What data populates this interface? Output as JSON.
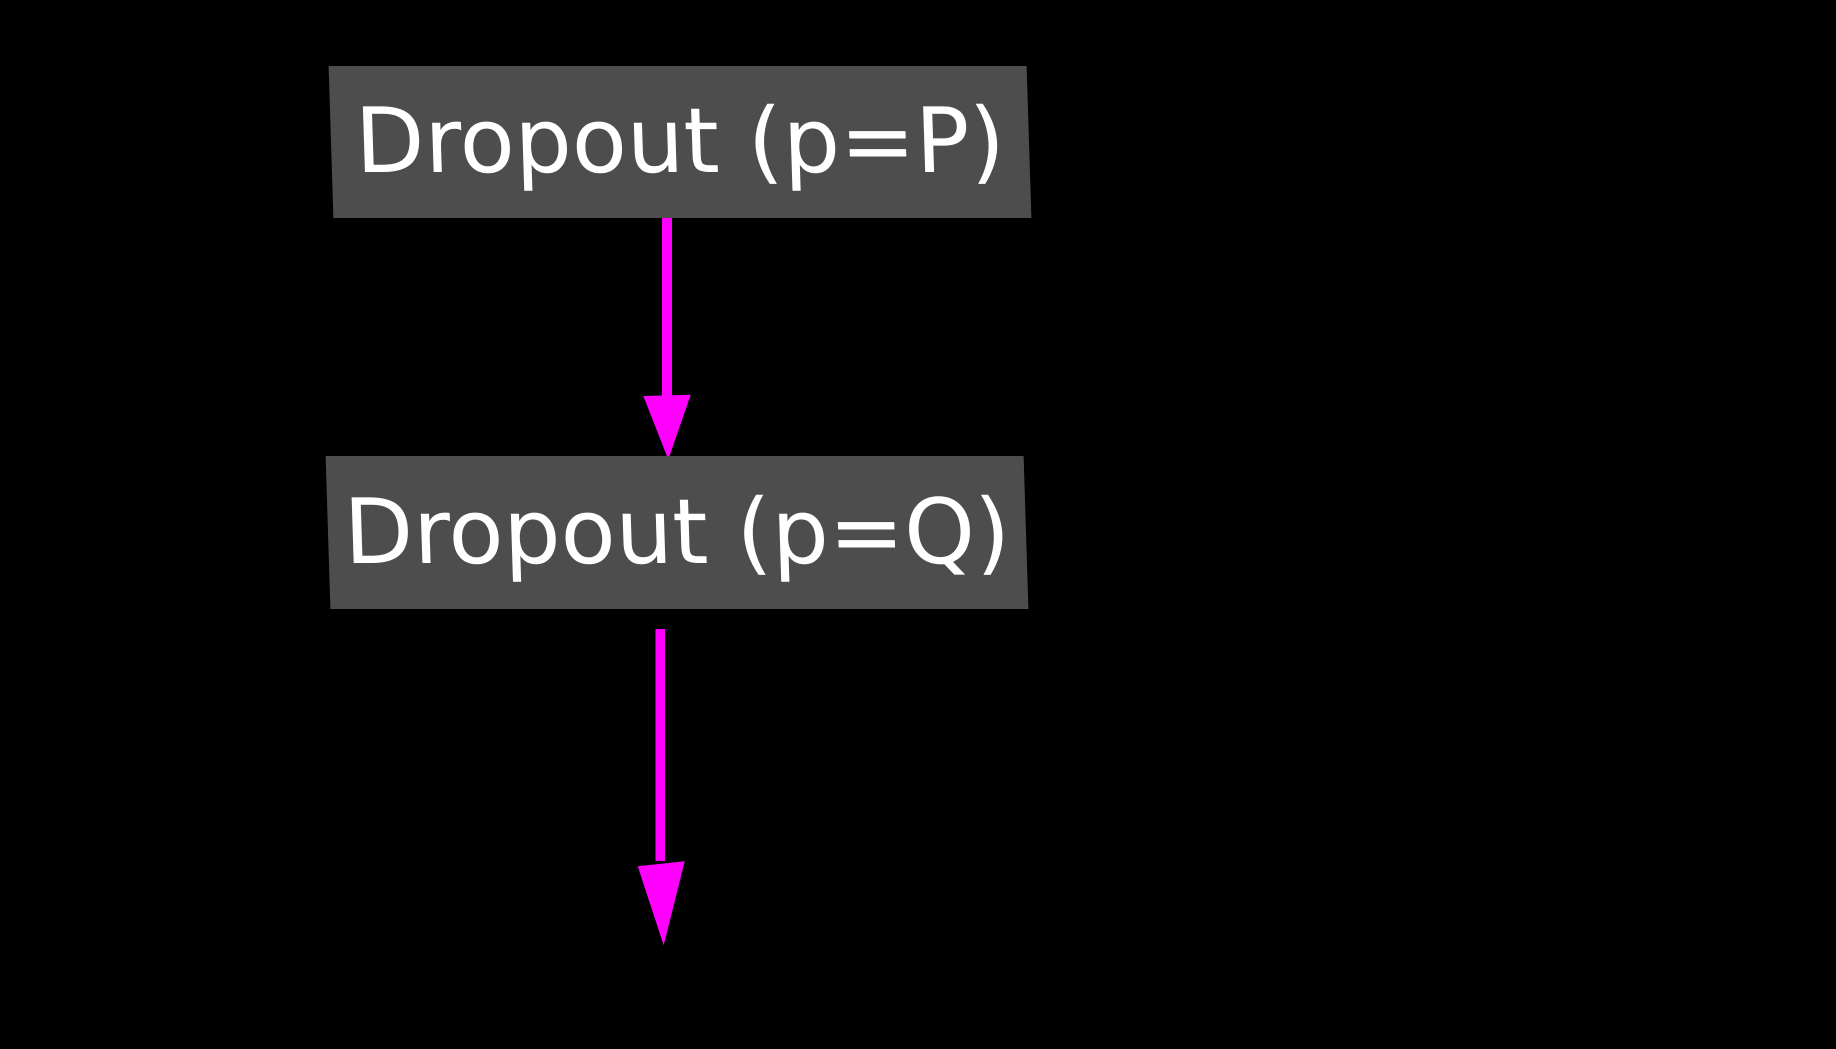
{
  "diagram": {
    "background_color": "#000000",
    "node_fill_color": "#4d4d4d",
    "node_text_color": "#ffffff",
    "edge_color": "#ff00ff",
    "nodes": [
      {
        "id": "dropout-p",
        "label": "Dropout (p=P)"
      },
      {
        "id": "dropout-q",
        "label": "Dropout (p=Q)"
      }
    ],
    "edges": [
      {
        "from": "dropout-p",
        "to": "dropout-q",
        "direction": "down"
      },
      {
        "from": "dropout-q",
        "to": null,
        "direction": "down"
      }
    ]
  }
}
